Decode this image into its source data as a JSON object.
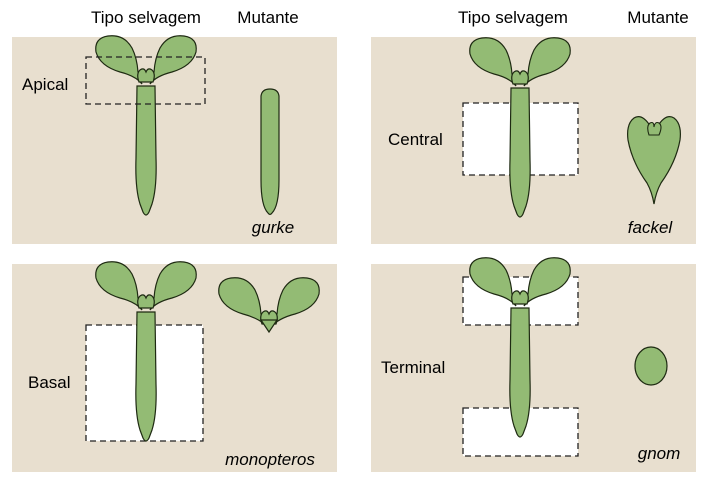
{
  "colors": {
    "panel_bg": "#e8dfcf",
    "seedling_fill": "#93bb74",
    "seedling_stroke": "#1e2a12",
    "deleted_region_fill": "#ffffff",
    "dashed_stroke": "#222222"
  },
  "headers": {
    "left": {
      "wild_type": "Tipo selvagem",
      "mutant": "Mutante"
    },
    "right": {
      "wild_type": "Tipo selvagem",
      "mutant": "Mutante"
    }
  },
  "panels": [
    {
      "id": "apical",
      "region_label": "Apical",
      "mutant_name": "gurke",
      "mutant_icon": "elongated-rod-embryo-icon"
    },
    {
      "id": "central",
      "region_label": "Central",
      "mutant_name": "fackel",
      "mutant_icon": "heart-shaped-embryo-icon"
    },
    {
      "id": "basal",
      "region_label": "Basal",
      "mutant_name": "monopteros",
      "mutant_icon": "cotyledons-only-embryo-icon"
    },
    {
      "id": "terminal",
      "region_label": "Terminal",
      "mutant_name": "gnom",
      "mutant_icon": "oval-ball-embryo-icon"
    }
  ]
}
